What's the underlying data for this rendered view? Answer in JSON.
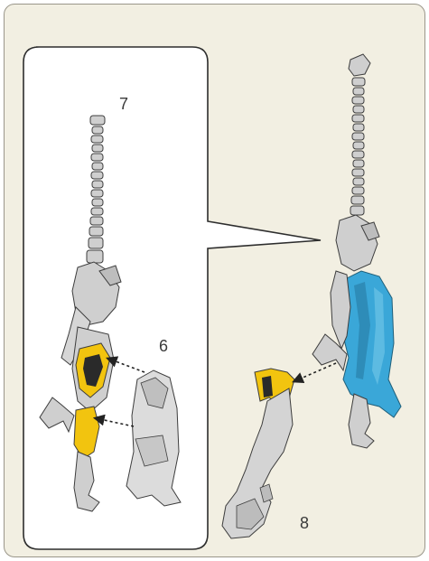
{
  "steps": {
    "step_a": "6",
    "step_b": "7",
    "step_c": "8"
  },
  "colors": {
    "background": "#f2efe2",
    "inset_background": "#ffffff",
    "highlight_part": "#f2c40f",
    "assembled_armor": "#3aa7d8",
    "model_gray": "#cfcfcf",
    "outline": "#3d3d3d"
  },
  "icons": {
    "arrow": "dashed-arrow-icon"
  }
}
